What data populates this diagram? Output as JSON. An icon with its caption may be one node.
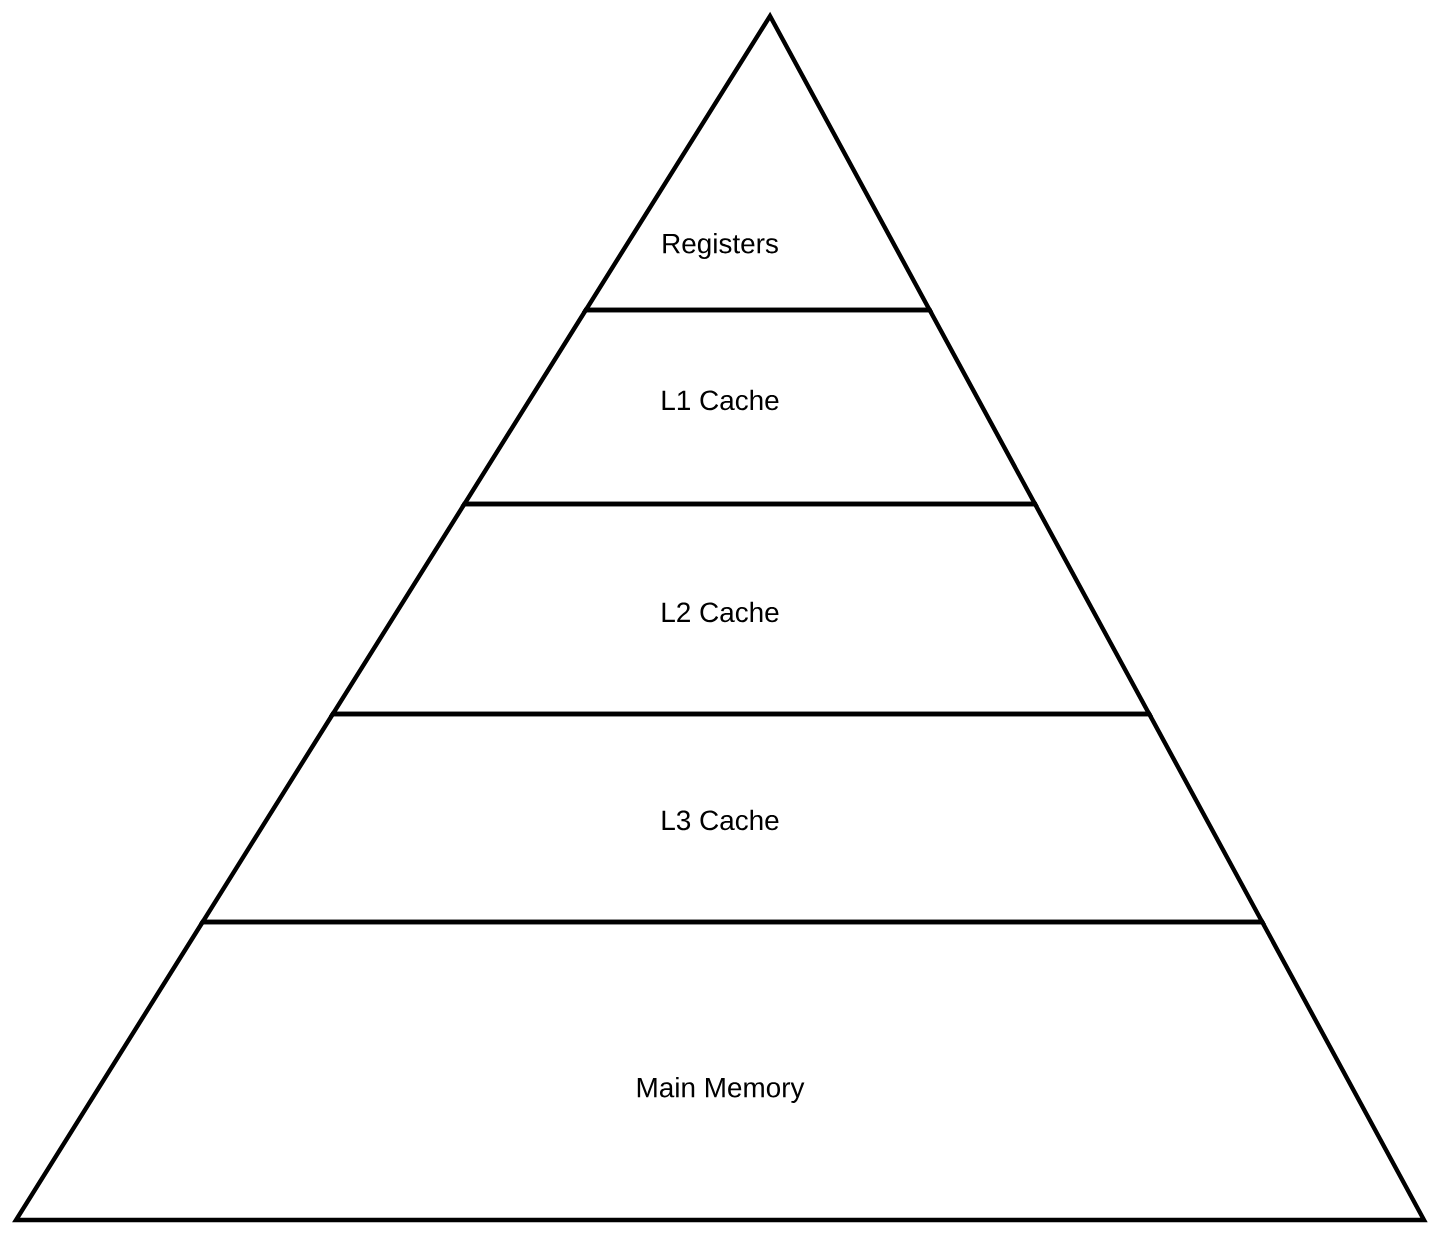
{
  "diagram": {
    "nodes": [
      {
        "text": [
          "Registers"
        ]
      },
      {
        "text": [
          "L1 Cache"
        ]
      },
      {
        "text": [
          "L2 Cache"
        ]
      },
      {
        "text": [
          "L3 Cache"
        ]
      },
      {
        "text": [
          "Main Memory"
        ]
      }
    ]
  }
}
